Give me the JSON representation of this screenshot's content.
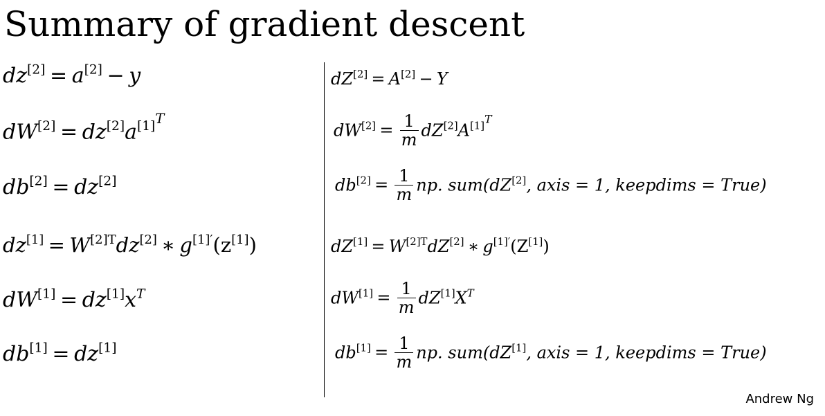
{
  "slide": {
    "title": "Summary of gradient descent",
    "footer": "Andrew Ng"
  },
  "left_column": {
    "eq1": {
      "t1": "dz",
      "s1": "[2]",
      "op": "=",
      "t2": "a",
      "s2": "[2]",
      "op2": "−",
      "t3": "y"
    },
    "eq2": {
      "t1": "dW",
      "s1": "[2]",
      "op": "=",
      "t2": "dz",
      "s2": "[2]",
      "t3": "a",
      "s3": "[1]",
      "s3t": "T"
    },
    "eq3": {
      "t1": "db",
      "s1": "[2]",
      "op": "=",
      "t2": "dz",
      "s2": "[2]"
    },
    "eq4": {
      "t1": "dz",
      "s1": "[1]",
      "op": "=",
      "t2": "W",
      "s2": "[2]T",
      "t3": "dz",
      "s3": "[2]",
      "op2": "∗",
      "t4": "g",
      "s4": "[1]′",
      "t5": "(z",
      "s5": "[1]",
      "t6": ")"
    },
    "eq5": {
      "t1": "dW",
      "s1": "[1]",
      "op": "=",
      "t2": "dz",
      "s2": "[1]",
      "t3": "x",
      "s3": "T"
    },
    "eq6": {
      "t1": "db",
      "s1": "[1]",
      "op": "=",
      "t2": "dz",
      "s2": "[1]"
    }
  },
  "right_column": {
    "eq1": {
      "t1": "dZ",
      "s1": "[2]",
      "op": "=",
      "t2": "A",
      "s2": "[2]",
      "op2": "−",
      "t3": "Y"
    },
    "eq2": {
      "t1": "dW",
      "s1": "[2]",
      "op": "=",
      "num": "1",
      "den": "m",
      "t2": "dZ",
      "s2": "[2]",
      "t3": "A",
      "s3": "[1]",
      "s3t": "T"
    },
    "eq3": {
      "t1": "db",
      "s1": "[2]",
      "op": "=",
      "num": "1",
      "den": "m",
      "t2": "np. sum(dZ",
      "s2": "[2]",
      "t3": ", axis = 1, keepdims = True)"
    },
    "eq4": {
      "t1": "dZ",
      "s1": "[1]",
      "op": "=",
      "t2": "W",
      "s2": "[2]T",
      "t3": "dZ",
      "s3": "[2]",
      "op2": "∗",
      "t4": "g",
      "s4": "[1]′",
      "t5": "(Z",
      "s5": "[1]",
      "t6": ")"
    },
    "eq5": {
      "t1": "dW",
      "s1": "[1]",
      "op": "=",
      "num": "1",
      "den": "m",
      "t2": "dZ",
      "s2": "[1]",
      "t3": "X",
      "s3": "T"
    },
    "eq6": {
      "t1": "db",
      "s1": "[1]",
      "op": "=",
      "num": "1",
      "den": "m",
      "t2": "np. sum(dZ",
      "s2": "[1]",
      "t3": ", axis = 1, keepdims = True)"
    }
  }
}
